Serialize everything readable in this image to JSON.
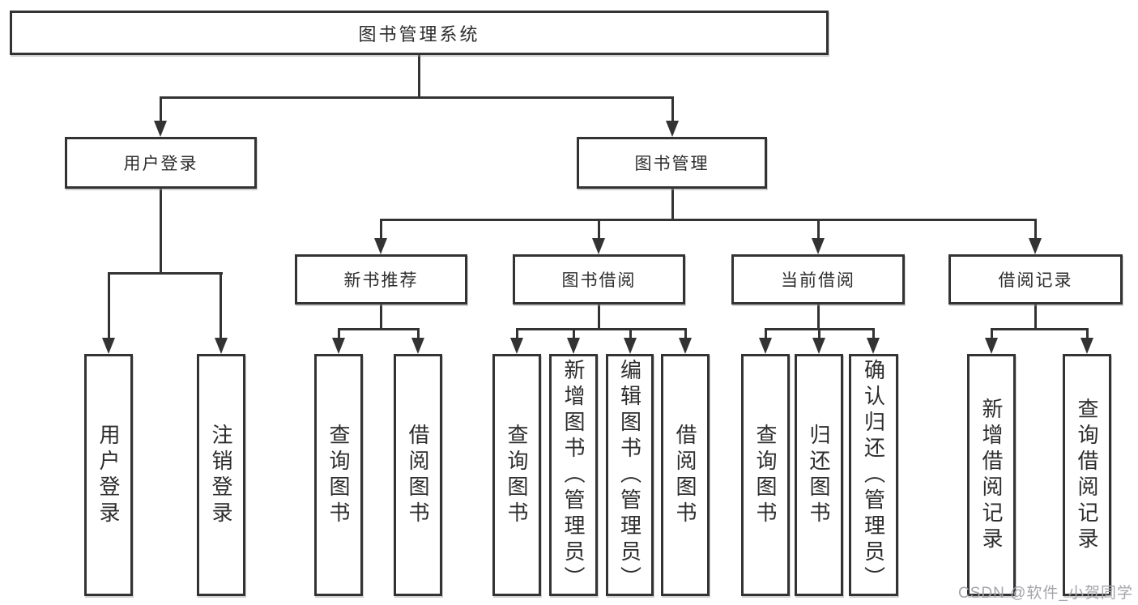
{
  "tree": {
    "label": "图书管理系统",
    "children": [
      {
        "label": "用户登录",
        "children": [
          {
            "label": "用户登录"
          },
          {
            "label": "注销登录"
          }
        ]
      },
      {
        "label": "图书管理",
        "children": [
          {
            "label": "新书推荐",
            "children": [
              {
                "label": "查询图书"
              },
              {
                "label": "借阅图书"
              }
            ]
          },
          {
            "label": "图书借阅",
            "children": [
              {
                "label": "查询图书"
              },
              {
                "label": "新增图书（管理员）"
              },
              {
                "label": "编辑图书（管理员）"
              },
              {
                "label": "借阅图书"
              }
            ]
          },
          {
            "label": "当前借阅",
            "children": [
              {
                "label": "查询图书"
              },
              {
                "label": "归还图书"
              },
              {
                "label": "确认归还（管理员）"
              }
            ]
          },
          {
            "label": "借阅记录",
            "children": [
              {
                "label": "新增借阅记录"
              },
              {
                "label": "查询借阅记录"
              }
            ]
          }
        ]
      }
    ]
  },
  "watermark": "CSDN @软件_小贺同学",
  "colors": {
    "line": "#333333",
    "box_border": "#333333",
    "text": "#2d2d2d",
    "background": "#ffffff",
    "watermark": "#a4a4aa"
  }
}
